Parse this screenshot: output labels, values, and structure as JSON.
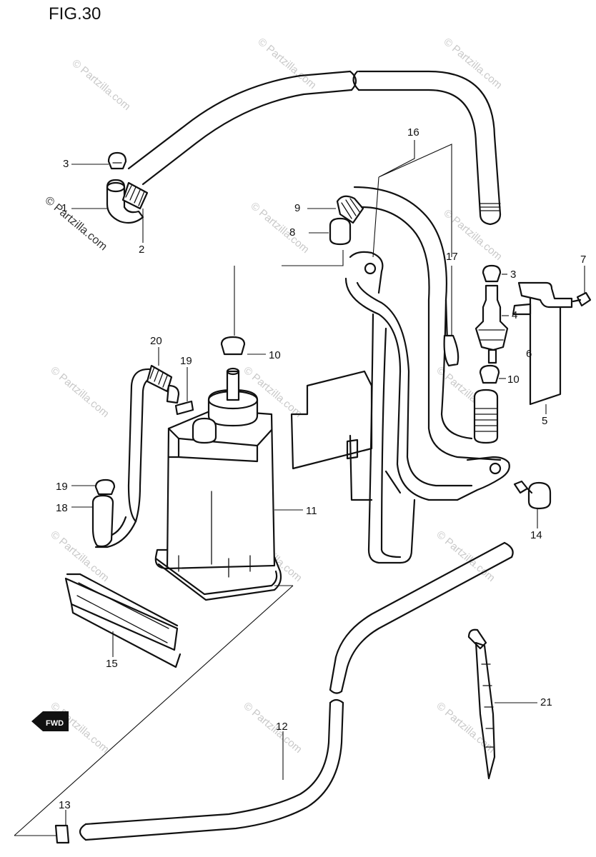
{
  "figure": {
    "title": "FIG.30"
  },
  "watermark": {
    "text": "© Partzilla.com",
    "side_text": "© Partzilla.com"
  },
  "fwd_badge": {
    "label": "FWD"
  },
  "callouts": [
    {
      "id": "c1",
      "label": "1"
    },
    {
      "id": "c2",
      "label": "2"
    },
    {
      "id": "c3a",
      "label": "3"
    },
    {
      "id": "c3b",
      "label": "3"
    },
    {
      "id": "c4",
      "label": "4"
    },
    {
      "id": "c5",
      "label": "5"
    },
    {
      "id": "c6",
      "label": "6"
    },
    {
      "id": "c7",
      "label": "7"
    },
    {
      "id": "c8",
      "label": "8"
    },
    {
      "id": "c9",
      "label": "9"
    },
    {
      "id": "c10a",
      "label": "10"
    },
    {
      "id": "c10b",
      "label": "10"
    },
    {
      "id": "c11",
      "label": "11"
    },
    {
      "id": "c12",
      "label": "12"
    },
    {
      "id": "c13",
      "label": "13"
    },
    {
      "id": "c14",
      "label": "14"
    },
    {
      "id": "c15",
      "label": "15"
    },
    {
      "id": "c16",
      "label": "16"
    },
    {
      "id": "c17",
      "label": "17"
    },
    {
      "id": "c18",
      "label": "18"
    },
    {
      "id": "c19a",
      "label": "19"
    },
    {
      "id": "c19b",
      "label": "19"
    },
    {
      "id": "c20",
      "label": "20"
    },
    {
      "id": "c21",
      "label": "21"
    }
  ]
}
